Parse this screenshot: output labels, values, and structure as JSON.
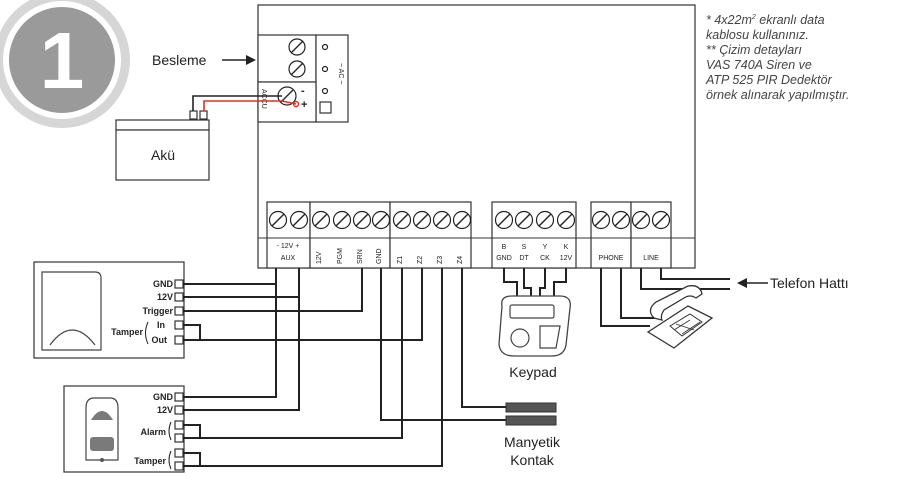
{
  "step_number": "1",
  "labels": {
    "power": "Besleme",
    "battery": "Akü",
    "accu": "ACCU",
    "ac": "~ AC ~",
    "phone_line": "Telefon Hattı",
    "keypad": "Keypad",
    "magnetic_contact_1": "Manyetik",
    "magnetic_contact_2": "Kontak"
  },
  "notes": [
    "* 4x22m² ekranlı data",
    "kablosu kullanınız.",
    "** Çizim detayları",
    "VAS 740A Siren ve",
    "ATP 525 PIR Dedektör",
    "örnek alınarak yapılmıştır."
  ],
  "terminals": {
    "aux_group": [
      "- 12V +",
      "AUX"
    ],
    "main_group": [
      "12V",
      "PGM",
      "SRN",
      "GND",
      "Z1",
      "Z2",
      "Z3",
      "Z4"
    ],
    "keypad_top": [
      "B",
      "S",
      "Y",
      "K"
    ],
    "keypad_bottom": [
      "GND",
      "DT",
      "CK",
      "12V"
    ],
    "phone_group": [
      "PHONE",
      "LINE"
    ]
  },
  "siren_labels": [
    "GND",
    "12V",
    "Trigger",
    "In",
    "Out",
    "Tamper"
  ],
  "pir_labels": [
    "GND",
    "12V",
    "Alarm",
    "Tamper"
  ]
}
